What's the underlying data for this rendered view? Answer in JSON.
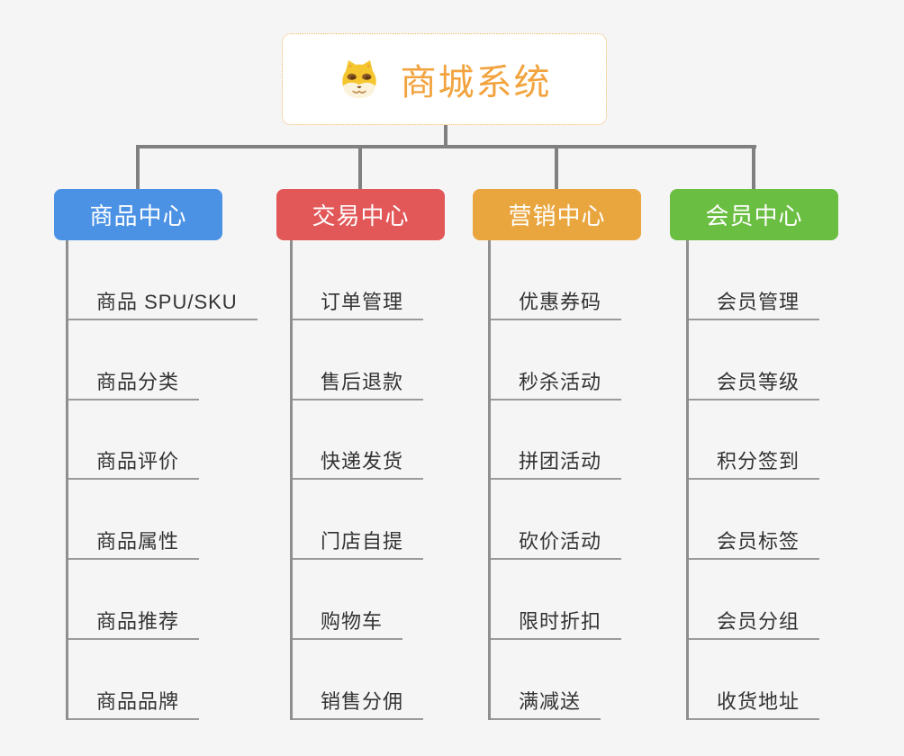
{
  "root": {
    "title": "商城系统",
    "icon": "doge-icon"
  },
  "branches": [
    {
      "label": "商品中心",
      "color": "#4b92e5",
      "children": [
        "商品 SPU/SKU",
        "商品分类",
        "商品评价",
        "商品属性",
        "商品推荐",
        "商品品牌"
      ]
    },
    {
      "label": "交易中心",
      "color": "#e25858",
      "children": [
        "订单管理",
        "售后退款",
        "快递发货",
        "门店自提",
        "购物车",
        "销售分佣"
      ]
    },
    {
      "label": "营销中心",
      "color": "#e9a63f",
      "children": [
        "优惠券码",
        "秒杀活动",
        "拼团活动",
        "砍价活动",
        "限时折扣",
        "满减送"
      ]
    },
    {
      "label": "会员中心",
      "color": "#6abe41",
      "children": [
        "会员管理",
        "会员等级",
        "积分签到",
        "会员标签",
        "会员分组",
        "收货地址"
      ]
    }
  ],
  "colors": {
    "background": "#f5f5f6",
    "root_accent": "#f2a33e",
    "root_border": "#efb45e",
    "connector": "#808080",
    "child_line": "#8f8f8f",
    "underline": "#9a9a9a",
    "child_text": "#333333"
  }
}
